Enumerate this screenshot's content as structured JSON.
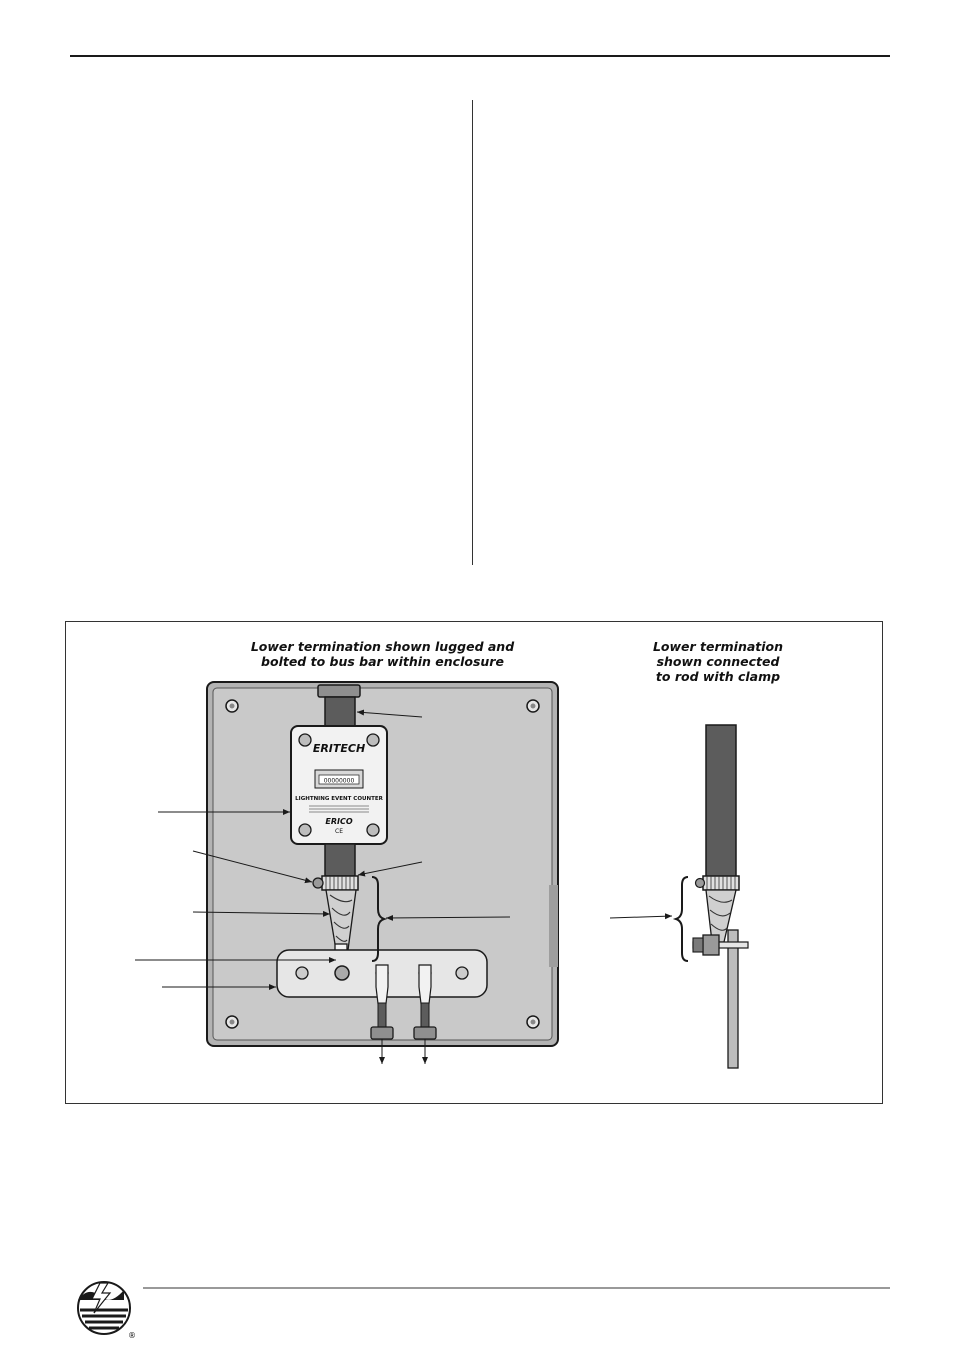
{
  "figure": {
    "caption_left_line1": "Lower termination shown lugged and",
    "caption_left_line2": "bolted to bus bar within enclosure",
    "caption_right_line1": "Lower termination",
    "caption_right_line2": "shown connected",
    "caption_right_line3": "to rod with clamp"
  },
  "device": {
    "brand": "ERITECH",
    "counter_digits": "00000000",
    "device_name": "LIGHTNING EVENT COUNTER",
    "maker": "ERICO",
    "mark": "CE"
  },
  "footer": {
    "registered_mark": "®"
  },
  "colors": {
    "panel": "#c8c8c8",
    "panel_dark": "#8a8a8a",
    "cable": "#5a5a5a",
    "line": "#1a1a1a"
  }
}
